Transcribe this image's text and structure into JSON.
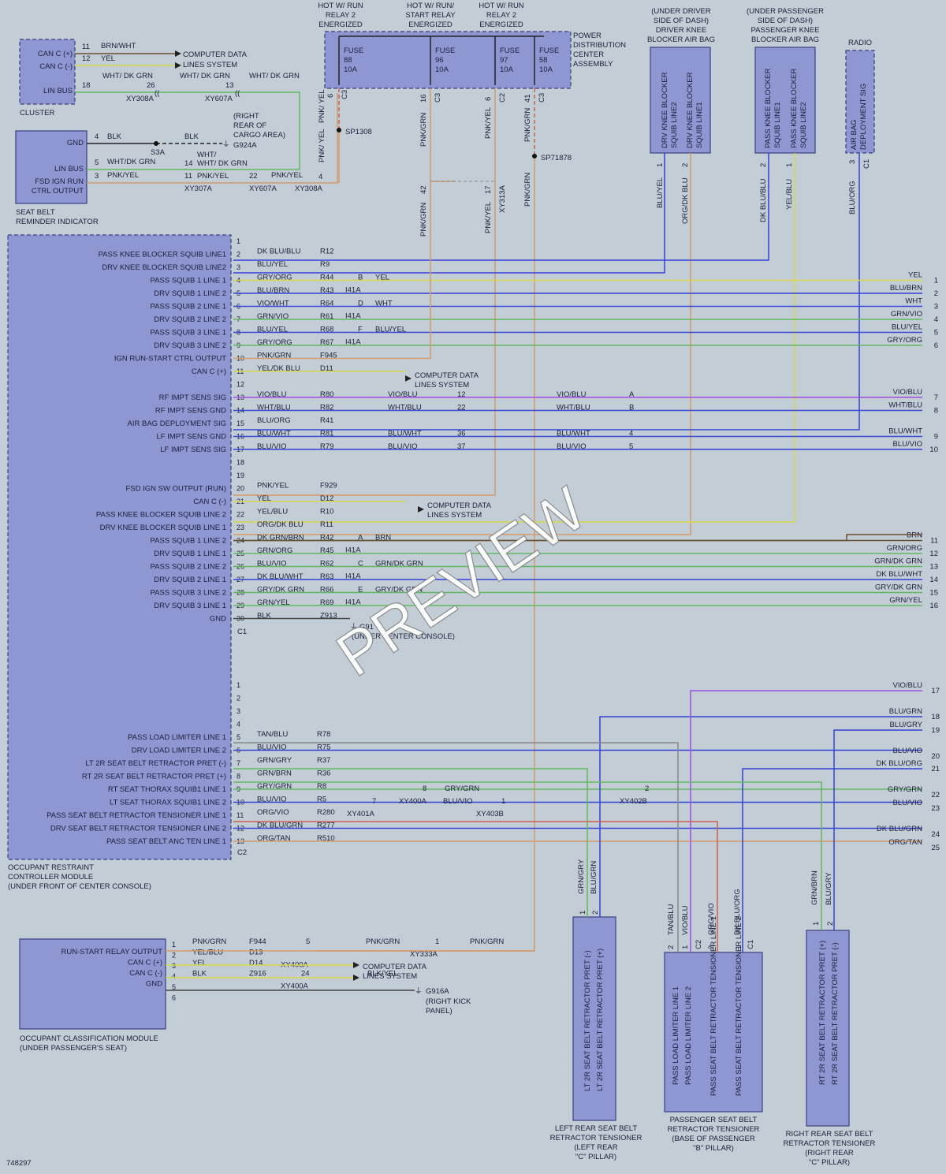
{
  "fig_id": "748297",
  "watermark": "PREVIEW",
  "colors": {
    "background": "#c3cdd6",
    "module_fill": "#8f97d2",
    "wire_blue": "#3442d6",
    "wire_yellow": "#d8d84a",
    "wire_orange": "#d49a6a",
    "wire_green": "#62b862",
    "wire_purple": "#a050e0",
    "wire_gray": "#555",
    "wire_red": "#d06050",
    "wire_brown": "#6a5030"
  },
  "modules": {
    "cluster": {
      "label": "CLUSTER",
      "pins": [
        "CAN C (+)",
        "CAN C (-)",
        "LIN BUS"
      ],
      "wires": [
        {
          "pin": "11",
          "color": "BRN/WHT",
          "dest": "COMPUTER DATA"
        },
        {
          "pin": "12",
          "color": "YEL",
          "dest": "LINES SYSTEM"
        },
        {
          "pin": "18",
          "color": "WHT/ DK GRN"
        }
      ],
      "lin_chain": [
        {
          "pin": "26",
          "color": "WHT/ DK GRN",
          "conn": "XY308A"
        },
        {
          "pin": "13",
          "color": "WHT/ DK GRN",
          "conn": "XY607A"
        },
        {
          "color": "WHT/ DK GRN"
        }
      ]
    },
    "seat_belt_reminder": {
      "label_1": "SEAT BELT",
      "label_2": "REMINDER INDICATOR",
      "pins": [
        "GND",
        "LIN BUS",
        "FSD IGN RUN",
        "CTRL OUTPUT"
      ],
      "wires": [
        {
          "pin": "4",
          "color": "BLK",
          "splice": "S3A",
          "color2": "BLK",
          "ground": "G924A",
          "ground_note": [
            "(RIGHT",
            "REAR OF",
            "CARGO AREA)"
          ]
        },
        {
          "pin": "5",
          "color": "WHT/DK GRN",
          "pin2": "14",
          "color2": "WHT/ DK GRN"
        },
        {
          "pin": "3",
          "color": "PNK/YEL",
          "pin2": "11",
          "color2": "PNK/YEL",
          "pin3": "22",
          "color3": "PNK/YEL",
          "pin4": "4"
        }
      ],
      "connectors": [
        "XY307A",
        "XY607A",
        "XY308A"
      ]
    },
    "pdc": {
      "label": [
        "POWER",
        "DISTRIBUTION",
        "CENTER",
        "ASSEMBLY"
      ],
      "headers": [
        [
          "HOT W/ RUN",
          "RELAY 2",
          "ENERGIZED"
        ],
        [
          "HOT W/ RUN/",
          "START RELAY",
          "ENERGIZED"
        ],
        [
          "HOT W/ RUN",
          "RELAY 2",
          "ENERGIZED"
        ]
      ],
      "fuses": [
        {
          "name": "FUSE",
          "num": "88",
          "amp": "10A",
          "pin": "6",
          "conn": "C3",
          "color": "PNK/ YEL",
          "splice": "SP1308",
          "color2": "PNK/ YEL"
        },
        {
          "name": "FUSE",
          "num": "96",
          "amp": "10A",
          "pin": "16",
          "conn": "C3",
          "color": "PNK/GRN",
          "pin2": "42",
          "color2": "PNK/GRN"
        },
        {
          "name": "FUSE",
          "num": "97",
          "amp": "10A",
          "pin": "6",
          "conn": "C2",
          "color": "PNK/YEL",
          "pin2": "17",
          "conn2": "XY313A",
          "color2": "PNK/YEL"
        },
        {
          "name": "FUSE",
          "num": "58",
          "amp": "10A",
          "pin": "41",
          "conn": "C3",
          "color": "PNK/GRN",
          "splice": "SP71878",
          "color2": "PNK/GRN"
        }
      ]
    },
    "driver_knee": {
      "header": [
        "(UNDER DRIVER",
        "SIDE OF DASH)",
        "DRIVER KNEE",
        "BLOCKER AIR BAG"
      ],
      "pins": [
        [
          "DRV KNEE BLOCKER",
          "SQUIB LINE2"
        ],
        [
          "DRV KNEE BLOCKER",
          "SQUIB LINE1"
        ]
      ],
      "wires": [
        {
          "pin": "1",
          "color": "BLU/YEL"
        },
        {
          "pin": "2",
          "color": "ORG/DK BLU"
        }
      ]
    },
    "pass_knee": {
      "header": [
        "(UNDER PASSENGER",
        "SIDE OF DASH)",
        "PASSENGER KNEE",
        "BLOCKER AIR BAG"
      ],
      "pins": [
        [
          "PASS KNEE BLOCKER",
          "SQUIB LINE1"
        ],
        [
          "PASS KNEE BLOCKER",
          "SQUIB LINE2"
        ]
      ],
      "wires": [
        {
          "pin": "2",
          "color": "DK BLU/BLU"
        },
        {
          "pin": "1",
          "color": "YEL/BLU"
        }
      ]
    },
    "radio": {
      "header": "RADIO",
      "pins": [
        [
          "AIR BAG",
          "DEPLOYMENT SIG"
        ]
      ],
      "wires": [
        {
          "pin": "3",
          "conn": "C1",
          "color": "BLU/ORG"
        }
      ]
    },
    "orc": {
      "label": [
        "OCCUPANT RESTRAINT",
        "CONTROLLER MODULE",
        "(UNDER FRONT OF CENTER CONSOLE)"
      ],
      "c1": "C1",
      "c2": "C2",
      "c1_pins": [
        {
          "pin": "1",
          "label": "",
          "color": "",
          "circuit": ""
        },
        {
          "pin": "2",
          "label": "PASS KNEE BLOCKER SQUIB LINE1",
          "color": "DK BLU/BLU",
          "circuit": "R12"
        },
        {
          "pin": "3",
          "label": "DRV KNEE BLOCKER SQUIB LINE2",
          "color": "BLU/YEL",
          "circuit": "R9"
        },
        {
          "pin": "4",
          "label": "PASS SQUIB 1 LINE 1",
          "color": "GRY/ORG",
          "circuit": "R44",
          "mid": "B",
          "mid_color": "YEL",
          "conn": "I41A",
          "out_color": "YEL",
          "out": "1"
        },
        {
          "pin": "5",
          "label": "DRV SQUIB 1 LINE 2",
          "color": "BLU/BRN",
          "circuit": "R43",
          "out_color": "BLU/BRN",
          "out": "2"
        },
        {
          "pin": "6",
          "label": "PASS SQUIB 2 LINE 1",
          "color": "VIO/WHT",
          "circuit": "R64",
          "mid": "D",
          "mid_color": "WHT",
          "conn": "I41A",
          "out_color": "WHT",
          "out": "3"
        },
        {
          "pin": "7",
          "label": "DRV SQUIB 2 LINE 2",
          "color": "GRN/VIO",
          "circuit": "R61",
          "out_color": "GRN/VIO",
          "out": "4"
        },
        {
          "pin": "8",
          "label": "PASS SQUIB 3 LINE 1",
          "color": "BLU/YEL",
          "circuit": "R68",
          "mid": "F",
          "mid_color": "BLU/YEL",
          "conn": "I41A",
          "out_color": "BLU/YEL",
          "out": "5"
        },
        {
          "pin": "9",
          "label": "DRV SQUIB 3 LINE 2",
          "color": "GRY/ORG",
          "circuit": "R67",
          "out_color": "GRY/ORG",
          "out": "6"
        },
        {
          "pin": "10",
          "label": "IGN RUN-START CTRL OUTPUT",
          "color": "PNK/GRN",
          "circuit": "F945"
        },
        {
          "pin": "11",
          "label": "CAN C (+)",
          "color": "YEL/DK BLU",
          "circuit": "D11"
        },
        {
          "pin": "12",
          "label": "",
          "color": "",
          "circuit": ""
        },
        {
          "pin": "13",
          "label": "RF IMPT SENS SIG",
          "color": "VIO/BLU",
          "circuit": "R80",
          "c2color": "VIO/BLU",
          "p1": "12",
          "c3color": "VIO/BLU",
          "p2": "A",
          "out_color": "VIO/BLU",
          "out": "7"
        },
        {
          "pin": "14",
          "label": "RF IMPT SENS GND",
          "color": "WHT/BLU",
          "circuit": "R82",
          "c2color": "WHT/BLU",
          "p1": "22",
          "c3color": "WHT/BLU",
          "p2": "B",
          "out_color": "WHT/BLU",
          "out": "8"
        },
        {
          "pin": "15",
          "label": "AIR BAG DEPLOYMENT SIG",
          "color": "BLU/ORG",
          "circuit": "R41"
        },
        {
          "pin": "16",
          "label": "LF IMPT SENS GND",
          "color": "BLU/WHT",
          "circuit": "R81",
          "c2color": "BLU/WHT",
          "p1": "36",
          "c3color": "BLU/WHT",
          "p2": "4",
          "out_color": "BLU/WHT",
          "out": "9"
        },
        {
          "pin": "17",
          "label": "LF IMPT SENS SIG",
          "color": "BLU/VIO",
          "circuit": "R79",
          "c2color": "BLU/VIO",
          "p1": "37",
          "c3color": "BLU/VIO",
          "p2": "5",
          "out_color": "BLU/VIO",
          "out": "10"
        },
        {
          "pin": "18",
          "label": "",
          "color": "",
          "circuit": ""
        },
        {
          "pin": "19",
          "label": "",
          "color": "",
          "circuit": ""
        },
        {
          "pin": "20",
          "label": "FSD IGN SW OUTPUT (RUN)",
          "color": "PNK/YEL",
          "circuit": "F929"
        },
        {
          "pin": "21",
          "label": "CAN C (-)",
          "color": "YEL",
          "circuit": "D12"
        },
        {
          "pin": "22",
          "label": "PASS KNEE BLOCKER SQUIB LINE 2",
          "color": "YEL/BLU",
          "circuit": "R10"
        },
        {
          "pin": "23",
          "label": "DRV KNEE BLOCKER SQUIB LINE 1",
          "color": "ORG/DK BLU",
          "circuit": "R11"
        },
        {
          "pin": "24",
          "label": "PASS SQUIB 1 LINE 2",
          "color": "DK GRN/BRN",
          "circuit": "R42",
          "mid": "A",
          "mid_color": "BRN",
          "conn": "I41A",
          "out_color": "BRN",
          "out": "11"
        },
        {
          "pin": "25",
          "label": "DRV SQUIB 1 LINE 1",
          "color": "GRN/ORG",
          "circuit": "R45",
          "out_color": "GRN/ORG",
          "out": "12"
        },
        {
          "pin": "26",
          "label": "PASS SQUIB 2 LINE 2",
          "color": "BLU/VIO",
          "circuit": "R62",
          "mid": "C",
          "mid_color": "GRN/DK GRN",
          "conn": "I41A",
          "out_color": "GRN/DK GRN",
          "out": "13"
        },
        {
          "pin": "27",
          "label": "DRV SQUIB 2 LINE 1",
          "color": "DK BLU/WHT",
          "circuit": "R63",
          "out_color": "DK BLU/WHT",
          "out": "14"
        },
        {
          "pin": "28",
          "label": "PASS SQUIB 3 LINE 2",
          "color": "GRY/DK GRN",
          "circuit": "R66",
          "mid": "E",
          "mid_color": "GRY/DK GRN",
          "conn": "I41A",
          "out_color": "GRY/DK GRN",
          "out": "15"
        },
        {
          "pin": "29",
          "label": "DRV SQUIB 3 LINE 1",
          "color": "GRN/YEL",
          "circuit": "R69",
          "out_color": "GRN/YEL",
          "out": "16"
        },
        {
          "pin": "30",
          "label": "GND",
          "color": "BLK",
          "circuit": "Z913"
        }
      ],
      "c2_pins": [
        {
          "pin": "1",
          "label": "",
          "color": "",
          "circuit": ""
        },
        {
          "pin": "2",
          "label": "",
          "color": "",
          "circuit": ""
        },
        {
          "pin": "3",
          "label": "",
          "color": "",
          "circuit": ""
        },
        {
          "pin": "4",
          "label": "",
          "color": "",
          "circuit": ""
        },
        {
          "pin": "5",
          "label": "PASS LOAD LIMITER LINE 1",
          "color": "TAN/BLU",
          "circuit": "R78"
        },
        {
          "pin": "6",
          "label": "DRV LOAD LIMITER LINE 2",
          "color": "BLU/VIO",
          "circuit": "R75"
        },
        {
          "pin": "7",
          "label": "LT 2R SEAT BELT RETRACTOR PRET (-)",
          "color": "GRN/GRY",
          "circuit": "R37"
        },
        {
          "pin": "8",
          "label": "RT 2R SEAT BELT RETRACTOR PRET (+)",
          "color": "GRN/BRN",
          "circuit": "R36"
        },
        {
          "pin": "9",
          "label": "RT SEAT THORAX SQUIB1 LINE 1",
          "color": "GRY/GRN",
          "circuit": "R8"
        },
        {
          "pin": "10",
          "label": "LT SEAT THORAX SQUIB1 LINE 2",
          "color": "BLU/VIO",
          "circuit": "R5"
        },
        {
          "pin": "11",
          "label": "PASS SEAT BELT RETRACTOR TENSIONER LINE 1",
          "color": "ORG/VIO",
          "circuit": "R280"
        },
        {
          "pin": "12",
          "label": "DRV SEAT BELT RETRACTOR TENSIONER LINE 2",
          "color": "DK BLU/GRN",
          "circuit": "R277"
        },
        {
          "pin": "13",
          "label": "PASS SEAT BELT ANC TEN LINE 1",
          "color": "ORG/TAN",
          "circuit": "R510"
        }
      ],
      "ground": {
        "name": "G91",
        "note": "(UNDER CENTER CONSOLE)"
      },
      "can_dest": [
        "COMPUTER DATA",
        "LINES SYSTEM"
      ],
      "row9_chain": {
        "pin_a": "8",
        "conn_a": "XY400A",
        "color_mid": "GRY/GRN",
        "pin_b": "2",
        "conn_b": "XY402B"
      },
      "row10_chain": {
        "pin_a": "7",
        "conn_a": "XY401A",
        "color_mid": "BLU/VIO",
        "pin_b": "1",
        "conn_b": "XY403B"
      }
    },
    "right_edge": {
      "outputs": [
        {
          "num": "17",
          "color": "VIO/BLU"
        },
        {
          "num": "18",
          "color": "BLU/GRN"
        },
        {
          "num": "19",
          "color": "BLU/GRY"
        },
        {
          "num": "20",
          "color": "BLU/VIO"
        },
        {
          "num": "21",
          "color": "DK BLU/ORG"
        },
        {
          "num": "22",
          "color": "GRY/GRN"
        },
        {
          "num": "23",
          "color": "BLU/VIO"
        },
        {
          "num": "24",
          "color": "DK BLU/GRN"
        },
        {
          "num": "25",
          "color": "ORG/TAN"
        }
      ]
    },
    "ocm": {
      "label": [
        "OCCUPANT CLASSIFICATION MODULE",
        "(UNDER PASSENGER'S SEAT)"
      ],
      "pins": [
        {
          "pin": "1",
          "label": "RUN-START RELAY OUTPUT",
          "color": "PNK/GRN",
          "circuit": "F944",
          "p2": "5",
          "c2": "PNK/GRN",
          "p3": "1",
          "c3": "PNK/GRN",
          "conn": "XY333A"
        },
        {
          "pin": "2",
          "label": "CAN C (+)",
          "color": "YEL/BLU",
          "circuit": "D13",
          "conn": "XY400A"
        },
        {
          "pin": "3",
          "label": "CAN C (-)",
          "color": "YEL",
          "circuit": "D14"
        },
        {
          "pin": "4",
          "label": "GND",
          "color": "BLK",
          "circuit": "Z916",
          "p2": "24",
          "c2": "BLK/YEL",
          "conn": "XY400A",
          "ground": "G916A",
          "ground_note": [
            "(RIGHT KICK",
            "PANEL)"
          ]
        },
        {
          "pin": "5",
          "label": ""
        },
        {
          "pin": "6",
          "label": ""
        }
      ],
      "can_dest": [
        "COMPUTER DATA",
        "LINES SYSTEM"
      ]
    },
    "lt_rear": {
      "label": [
        "LEFT REAR SEAT BELT",
        "RETRACTOR TENSIONER",
        "(LEFT REAR",
        "\"C\" PILLAR)"
      ],
      "pins": [
        "LT 2R SEAT BELT RETRACTOR PRET (-)",
        "LT 2R SEAT BELT RETRACTOR PRET (+)"
      ],
      "wires": [
        {
          "pin": "1",
          "color": "GRN/GRY"
        },
        {
          "pin": "2",
          "color": "BLU/GRN"
        }
      ]
    },
    "pass_tens": {
      "label": [
        "PASSENGER SEAT BELT",
        "RETRACTOR TENSIONER",
        "(BASE OF PASSENGER",
        "\"B\" PILLAR)"
      ],
      "pins": [
        "PASS LOAD LIMITER LINE 1",
        "PASS LOAD LIMITER LINE 2",
        "PASS SEAT BELT RETRACTOR TENSIONER LINE 1",
        "PASS SEAT BELT RETRACTOR TENSIONER LINE 2"
      ],
      "conns": [
        "C2",
        "C1"
      ],
      "wires": [
        {
          "pin": "2",
          "color": "TAN/BLU"
        },
        {
          "pin": "1",
          "color": "VIO/BLU"
        },
        {
          "pin": "2",
          "color": "ORG/VIO"
        },
        {
          "pin": "1",
          "color": "DK BLU/ORG"
        }
      ]
    },
    "rt_rear": {
      "label": [
        "RIGHT REAR SEAT BELT",
        "RETRACTOR TENSIONER",
        "(RIGHT REAR",
        "\"C\" PILLAR)"
      ],
      "pins": [
        "RT 2R SEAT BELT RETRACTOR PRET (+)",
        "RT 2R SEAT BELT RETRACTOR PRET (-)"
      ],
      "wires": [
        {
          "pin": "1",
          "color": "GRN/BRN"
        },
        {
          "pin": "2",
          "color": "BLU/GRY"
        }
      ]
    }
  }
}
